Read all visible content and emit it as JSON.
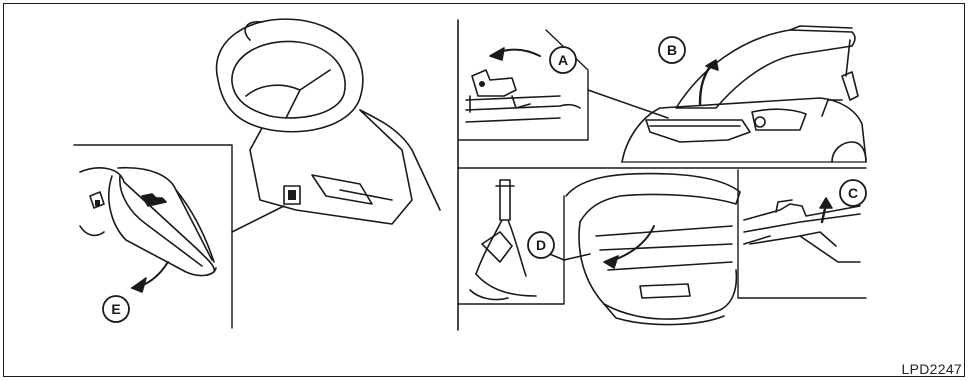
{
  "callouts": {
    "a": "A",
    "b": "B",
    "c": "C",
    "d": "D",
    "e": "E"
  },
  "figure_code": "LPD2247"
}
